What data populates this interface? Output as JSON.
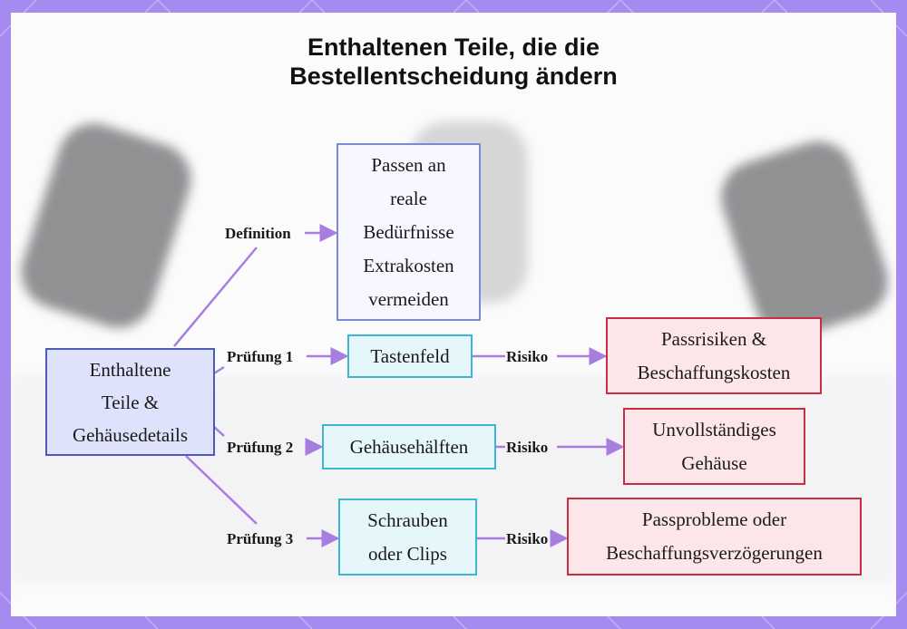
{
  "title": {
    "line1": "Enthaltenen Teile, die die",
    "line2": "Bestellentscheidung ändern"
  },
  "nodes": {
    "root": [
      "Enthaltene",
      "Teile &",
      "Gehäusedetails"
    ],
    "definition": [
      "Passen an",
      "reale",
      "Bedürfnisse",
      "Extrakosten",
      "vermeiden"
    ],
    "part1": [
      "Tastenfeld"
    ],
    "part2": [
      "Gehäusehälften"
    ],
    "part3": [
      "Schrauben",
      "oder Clips"
    ],
    "risk1": [
      "Passrisiken &",
      "Beschaffungskosten"
    ],
    "risk2": [
      "Unvollständiges",
      "Gehäuse"
    ],
    "risk3": [
      "Passprobleme oder",
      "Beschaffungsverzögerungen"
    ]
  },
  "edges": {
    "definition": "Definition",
    "check1": "Prüfung 1",
    "check2": "Prüfung 2",
    "check3": "Prüfung 3",
    "risk": "Risiko"
  },
  "colors": {
    "frame": "#a58bf0",
    "connector": "#a77de0",
    "root_border": "#4d5bb5",
    "part_border": "#3db6d3",
    "risk_border": "#c72e42"
  }
}
